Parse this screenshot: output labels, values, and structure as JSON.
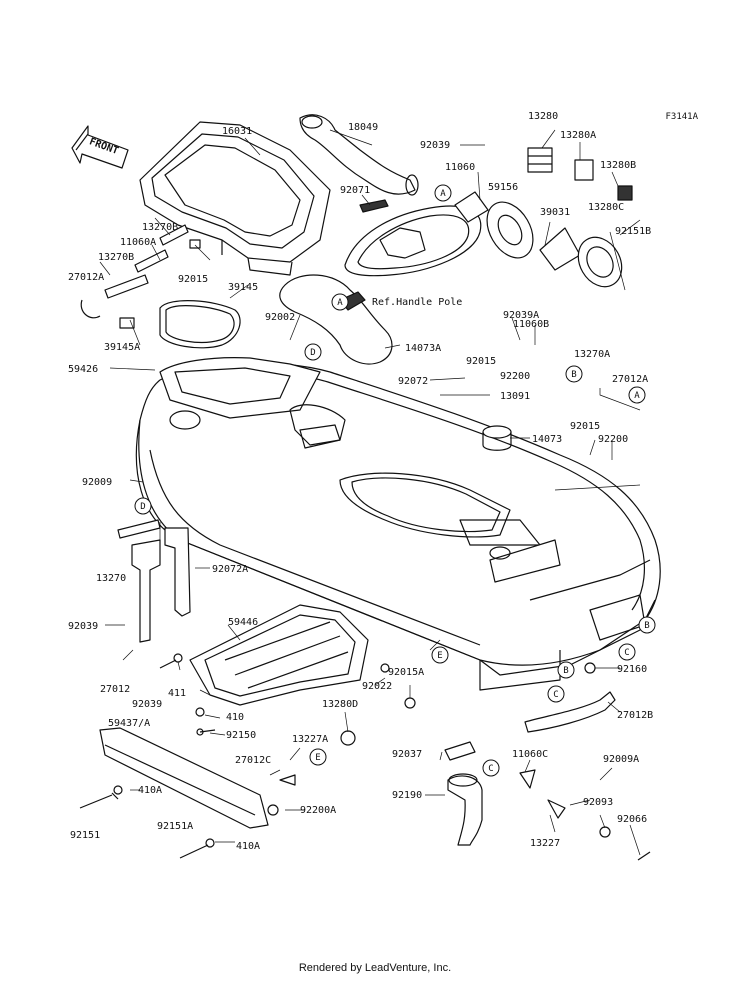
{
  "diagram": {
    "figure_code": "F3141A",
    "front_arrow_text": "FRONT",
    "reference_note": "Ref.Handle Pole",
    "footer": "Rendered by LeadVenture, Inc.",
    "parts": [
      "16031",
      "18049",
      "92039",
      "13280",
      "13280A",
      "13280B",
      "11060",
      "59156",
      "92071",
      "39031",
      "13280C",
      "92151B",
      "13270B",
      "11060A",
      "13270B",
      "92015",
      "27012A",
      "39145",
      "39145A",
      "92002",
      "14073A",
      "92039A",
      "92015",
      "11060B",
      "13270A",
      "27012A",
      "92072",
      "92200",
      "13091",
      "59426",
      "14073",
      "92015",
      "92200",
      "92009",
      "13270",
      "92072A",
      "92039",
      "59446",
      "27012",
      "92039",
      "411",
      "410",
      "92150",
      "92022",
      "92015A",
      "92160",
      "59437/A",
      "13280D",
      "13227A",
      "27012C",
      "410A",
      "92151",
      "92151A",
      "410A",
      "92200A",
      "92037",
      "11060C",
      "92009A",
      "92190",
      "92093",
      "13227",
      "92066",
      "27012B"
    ],
    "callouts": [
      "A",
      "A",
      "A",
      "B",
      "B",
      "B",
      "C",
      "C",
      "C",
      "D",
      "D",
      "E",
      "E"
    ]
  }
}
